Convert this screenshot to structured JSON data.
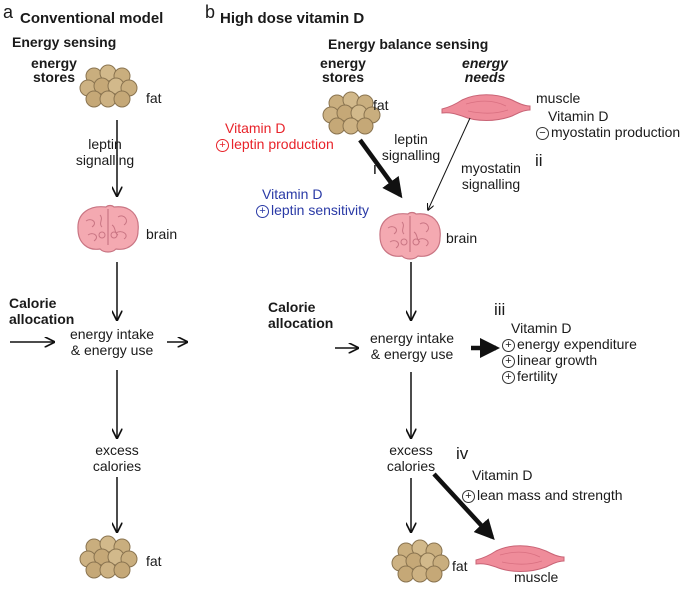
{
  "panel_a": {
    "letter": "a",
    "title": "Conventional model",
    "subtitle": "Energy sensing",
    "energy_stores": "energy\nstores",
    "fat_top": "fat",
    "leptin_signalling": "leptin\nsignalling",
    "brain": "brain",
    "calorie_allocation": "Calorie\nallocation",
    "energy_intake_use": "energy intake\n& energy use",
    "excess_calories": "excess\ncalories",
    "fat_bottom": "fat"
  },
  "panel_b": {
    "letter": "b",
    "title": "High dose vitamin D",
    "subtitle": "Energy balance sensing",
    "energy_stores": "energy\nstores",
    "energy_needs": "energy\nneeds",
    "fat_top": "fat",
    "muscle_top": "muscle",
    "vitd_myostatin_title": "Vitamin D",
    "vitd_myostatin_sign": "−",
    "vitd_myostatin_text": "myostatin production",
    "vitd_leptin_prod_title": "Vitamin D",
    "vitd_leptin_prod_sign": "+",
    "vitd_leptin_prod_text": "leptin production",
    "leptin_signalling": "leptin\nsignalling",
    "myostatin_signalling": "myostatin\nsignalling",
    "roman_i": "i",
    "roman_ii": "ii",
    "vitd_sensitivity_title": "Vitamin D",
    "vitd_sensitivity_sign": "+",
    "vitd_sensitivity_text": "leptin sensitivity",
    "brain": "brain",
    "calorie_allocation": "Calorie\nallocation",
    "energy_intake_use": "energy intake\n& energy use",
    "roman_iii": "iii",
    "vitd_effects_title": "Vitamin D",
    "vitd_effects": [
      {
        "sign": "+",
        "text": "energy expenditure"
      },
      {
        "sign": "+",
        "text": "linear growth"
      },
      {
        "sign": "+",
        "text": "fertility"
      }
    ],
    "excess_calories": "excess\ncalories",
    "roman_iv": "iv",
    "vitd_lean_title": "Vitamin D",
    "vitd_lean_sign": "+",
    "vitd_lean_text": "lean mass and strength",
    "fat_bottom": "fat",
    "muscle_bottom": "muscle"
  },
  "colors": {
    "red": "#e8232a",
    "blue": "#2a3aa6",
    "fat_fill": "#c9ae7e",
    "fat_stroke": "#8a7450",
    "brain_fill": "#f4a9b1",
    "muscle_fill": "#ef8c9a"
  }
}
